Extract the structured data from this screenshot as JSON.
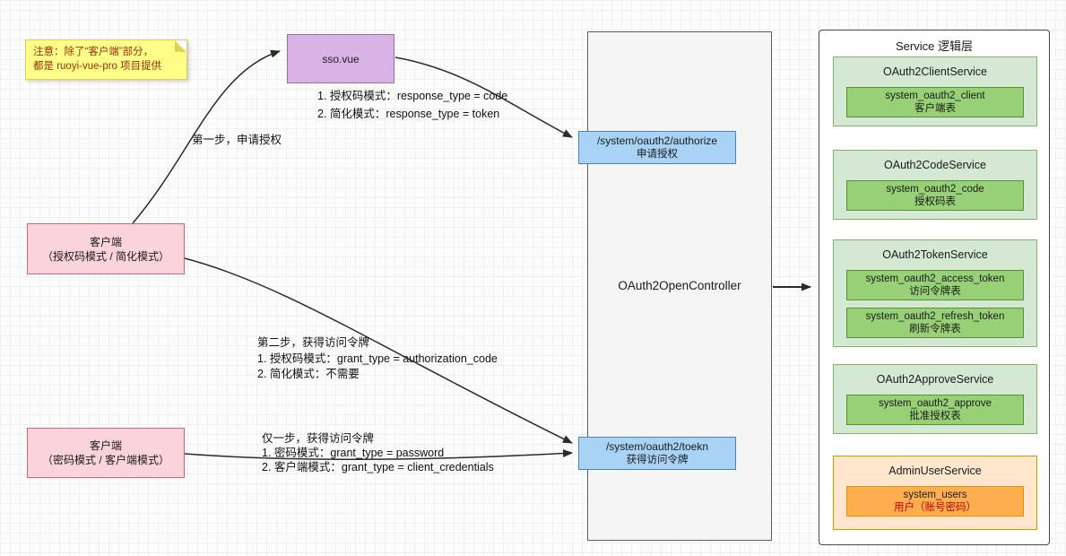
{
  "sticky_note": {
    "lines": [
      "注意：除了“客户端”部分，",
      "都是 ruoyi-vue-pro 项目提供"
    ]
  },
  "nodes": {
    "sso": {
      "label": "sso.vue"
    },
    "client_auth": {
      "title": "客户端",
      "subtitle": "（授权码模式 / 简化模式）"
    },
    "client_pwd": {
      "title": "客户端",
      "subtitle": "（密码模式 / 客户端模式）"
    },
    "controller": {
      "label": "OAuth2OpenController"
    },
    "ep_authorize": {
      "path": "/system/oauth2/authorize",
      "desc": "申请授权"
    },
    "ep_token": {
      "path": "/system/oauth2/toekn",
      "desc": "获得访问令牌"
    }
  },
  "labels": {
    "step1": "第一步，申请授权",
    "authorize_params": [
      "1. 授权码模式：response_type = code",
      "2. 简化模式：response_type = token"
    ],
    "step2": [
      "第二步，获得访问令牌",
      "1. 授权码模式：grant_type = authorization_code",
      "2. 简化模式：不需要"
    ],
    "one_step": [
      "仅一步，获得访问令牌",
      "1. 密码模式：grant_type = password",
      "2. 客户端模式：grant_type = client_credentials"
    ]
  },
  "service_panel": {
    "title": "Service 逻辑层",
    "services": [
      {
        "name": "OAuth2ClientService",
        "tables": [
          {
            "name": "system_oauth2_client",
            "desc": "客户端表"
          }
        ]
      },
      {
        "name": "OAuth2CodeService",
        "tables": [
          {
            "name": "system_oauth2_code",
            "desc": "授权码表"
          }
        ]
      },
      {
        "name": "OAuth2TokenService",
        "tables": [
          {
            "name": "system_oauth2_access_token",
            "desc": "访问令牌表"
          },
          {
            "name": "system_oauth2_refresh_token",
            "desc": "刷新令牌表"
          }
        ]
      },
      {
        "name": "OAuth2ApproveService",
        "tables": [
          {
            "name": "system_oauth2_approve",
            "desc": "批准授权表"
          }
        ]
      },
      {
        "name": "AdminUserService",
        "tables": [
          {
            "name": "system_users",
            "desc": "用户（账号密码）"
          }
        ]
      }
    ]
  },
  "colors": {
    "green_fill": "#d5e8d4",
    "green_border": "#82b366",
    "green_table": "#97d077",
    "orange_fill": "#ffe6cc",
    "orange_table": "#ffae4f",
    "blue_fill": "#a8d3f5",
    "pink_fill": "#fbd3da",
    "purple_fill": "#d9b3e6",
    "note_fill": "#ffff88",
    "note_text": "#9a2d0f",
    "users_desc_text": "#c00000"
  }
}
